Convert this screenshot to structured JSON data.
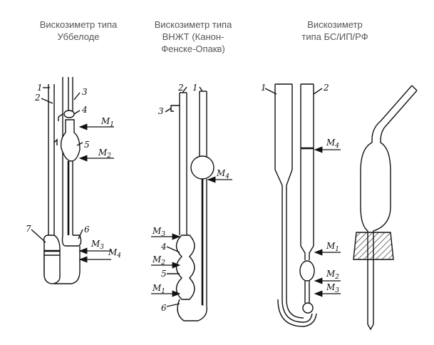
{
  "captions": {
    "ubbelohde": "Вискозиметр типа\nУббелоде",
    "vnzht": "Вискозиметр типа\nВНЖТ (Канон-\nФенске-Опакв)",
    "bs": "Вискозиметр\nтипа БС/ИП/РФ"
  },
  "ubbelohde_labels": {
    "n1": "1",
    "n2": "2",
    "n3": "3",
    "n4": "4",
    "n5": "5",
    "n6": "6",
    "n7": "7",
    "m1": "M1",
    "m2": "M2",
    "m3": "M3",
    "m4": "M4"
  },
  "vnzht_labels": {
    "n1": "1",
    "n2": "2",
    "n3": "3",
    "n4": "4",
    "n5": "5",
    "n6": "6",
    "m1": "M1",
    "m2": "M2",
    "m3": "M3",
    "m4": "M4"
  },
  "bs_labels": {
    "n1": "1",
    "n2": "2",
    "m1": "M1",
    "m2": "M2",
    "m3": "M3",
    "m4": "M4"
  }
}
